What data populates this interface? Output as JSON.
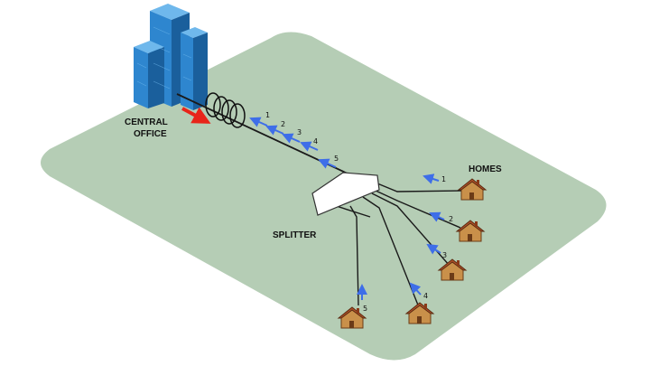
{
  "labels": {
    "central_office_line1": "CENTRAL",
    "central_office_line2": "OFFICE",
    "splitter": "SPLITTER",
    "homes": "HOMES"
  },
  "trunk_signal_numbers": [
    "1",
    "2",
    "3",
    "4",
    "5"
  ],
  "home_numbers": [
    "1",
    "2",
    "3",
    "4",
    "5"
  ],
  "colors": {
    "ground": "#b5cdb5",
    "building": "#2e86cf",
    "fiber": "#1a1a1a",
    "signal_arrow": "#3e6ee8",
    "downstream_arrow": "#e8251a",
    "house_roof": "#b0512a",
    "house_wall": "#c9904a",
    "splitter": "#ffffff"
  },
  "icons": [
    "office-building-icon",
    "fiber-coil-icon",
    "splitter-icon",
    "house-icon"
  ]
}
